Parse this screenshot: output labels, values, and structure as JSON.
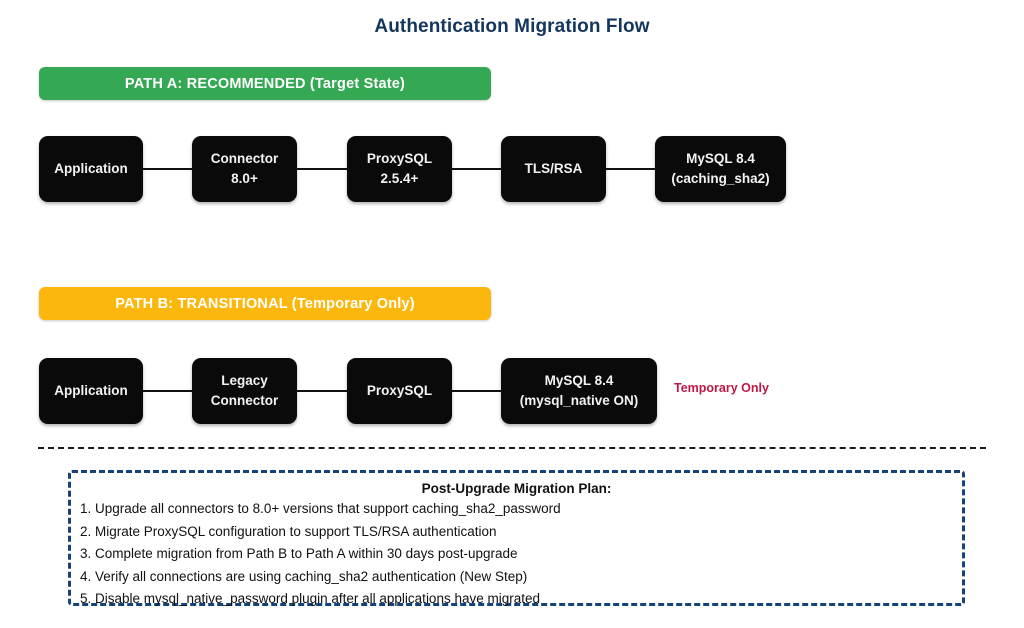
{
  "title": "Authentication Migration Flow",
  "colors": {
    "title": "#15365c",
    "path_a_banner": "#34a853",
    "path_b_banner": "#fcb70c",
    "node_fill": "#0a0a0a",
    "node_text": "#f2f2f2",
    "note_text": "#c01845",
    "plan_border": "#16427a",
    "divider": "#1a1a1a"
  },
  "path_a": {
    "banner_label": "PATH A: RECOMMENDED (Target State)",
    "nodes": [
      {
        "line1": "Application",
        "line2": ""
      },
      {
        "line1": "Connector",
        "line2": "8.0+"
      },
      {
        "line1": "ProxySQL",
        "line2": "2.5.4+"
      },
      {
        "line1": "TLS/RSA",
        "line2": ""
      },
      {
        "line1": "MySQL 8.4",
        "line2": "(caching_sha2)"
      }
    ]
  },
  "path_b": {
    "banner_label": "PATH B: TRANSITIONAL (Temporary Only)",
    "nodes": [
      {
        "line1": "Application",
        "line2": ""
      },
      {
        "line1": "Legacy",
        "line2": "Connector"
      },
      {
        "line1": "ProxySQL",
        "line2": ""
      },
      {
        "line1": "MySQL 8.4",
        "line2": "(mysql_native ON)"
      }
    ],
    "side_note": "Temporary Only"
  },
  "plan": {
    "heading": "Post-Upgrade Migration Plan:",
    "steps": [
      "1. Upgrade all connectors to 8.0+ versions that support caching_sha2_password",
      "2. Migrate ProxySQL configuration to support TLS/RSA authentication",
      "3. Complete migration from Path B to Path A within 30 days post-upgrade",
      "4. Verify all connections are using caching_sha2 authentication (New Step)",
      "5. Disable mysql_native_password plugin after all applications have migrated"
    ]
  }
}
